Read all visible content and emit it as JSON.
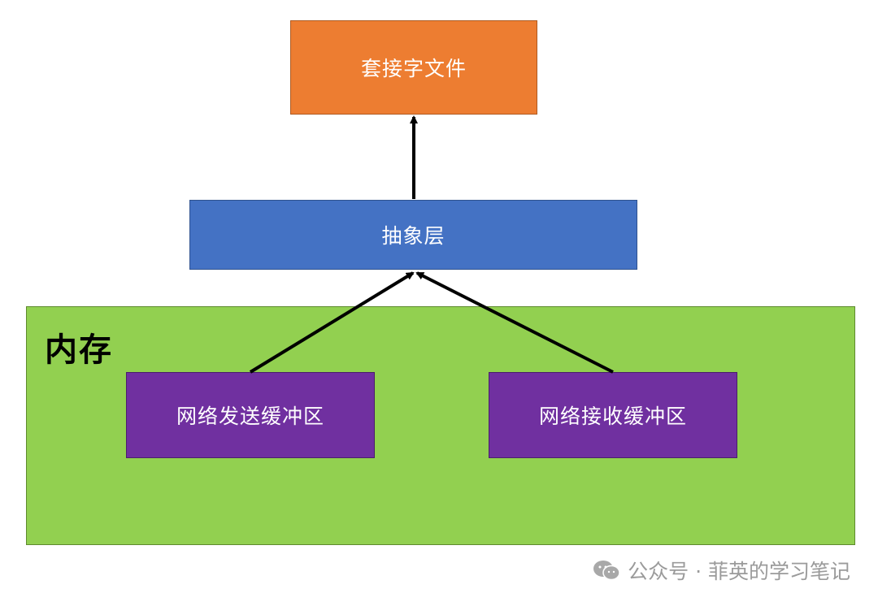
{
  "nodes": {
    "socket_file": "套接字文件",
    "abstraction_layer": "抽象层",
    "memory": "内存",
    "send_buffer": "网络发送缓冲区",
    "recv_buffer": "网络接收缓冲区"
  },
  "colors": {
    "socket_file": "#ED7D31",
    "abstraction_layer": "#4472C4",
    "memory": "#92D050",
    "buffers": "#7030A0",
    "arrows": "#000000"
  },
  "edges": [
    {
      "from": "abstraction_layer",
      "to": "socket_file"
    },
    {
      "from": "send_buffer",
      "to": "abstraction_layer"
    },
    {
      "from": "recv_buffer",
      "to": "abstraction_layer"
    }
  ],
  "watermark": {
    "icon": "wechat-icon",
    "text": "公众号 · 菲英的学习笔记"
  }
}
